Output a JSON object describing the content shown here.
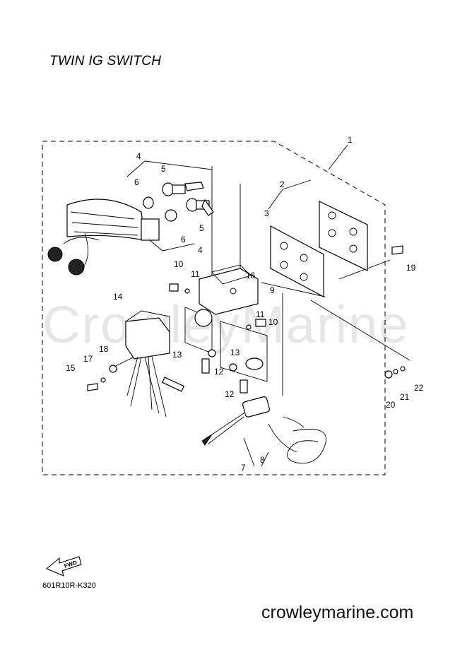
{
  "title": "TWIN IG SWITCH",
  "watermark": "CrowleyMarine",
  "drawing_code": "601R10R-K320",
  "site": "crowleymarine.com",
  "fwd_label": "FWD",
  "callouts": [
    "1",
    "2",
    "3",
    "4",
    "5",
    "6",
    "5",
    "6",
    "4",
    "10",
    "11",
    "16",
    "9",
    "14",
    "11",
    "10",
    "13",
    "18",
    "17",
    "15",
    "12",
    "13",
    "12",
    "19",
    "22",
    "21",
    "20",
    "7",
    "8"
  ]
}
